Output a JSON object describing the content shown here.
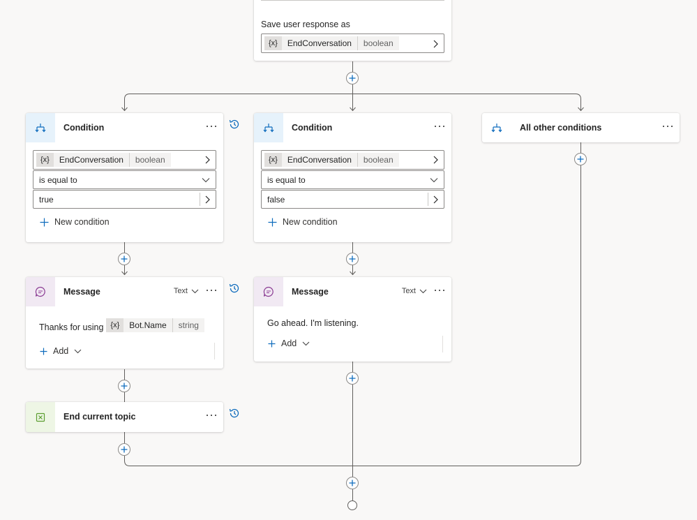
{
  "question_node": {
    "save_label": "Save user response as",
    "variable": {
      "icon": "{x}",
      "name": "EndConversation",
      "type": "boolean"
    }
  },
  "branches": [
    {
      "condition": {
        "title": "Condition",
        "variable": {
          "icon": "{x}",
          "name": "EndConversation",
          "type": "boolean"
        },
        "operator": "is equal to",
        "value": "true",
        "new_condition_label": "New condition"
      },
      "message": {
        "title": "Message",
        "mode": "Text",
        "text_prefix": "Thanks for using",
        "variable": {
          "icon": "{x}",
          "name": "Bot.Name",
          "type": "string"
        },
        "add_label": "Add"
      },
      "end_topic": {
        "title": "End current topic"
      }
    },
    {
      "condition": {
        "title": "Condition",
        "variable": {
          "icon": "{x}",
          "name": "EndConversation",
          "type": "boolean"
        },
        "operator": "is equal to",
        "value": "false",
        "new_condition_label": "New condition"
      },
      "message": {
        "title": "Message",
        "mode": "Text",
        "text": "Go ahead. I'm listening.",
        "add_label": "Add"
      }
    },
    {
      "condition": {
        "title": "All other conditions"
      }
    }
  ],
  "colors": {
    "condition_icon": "#0f6cbd",
    "message_icon": "#8a3b93",
    "end_icon": "#5c9e31",
    "connector": "#605e5c",
    "plus_icon": "#0f6cbd"
  }
}
